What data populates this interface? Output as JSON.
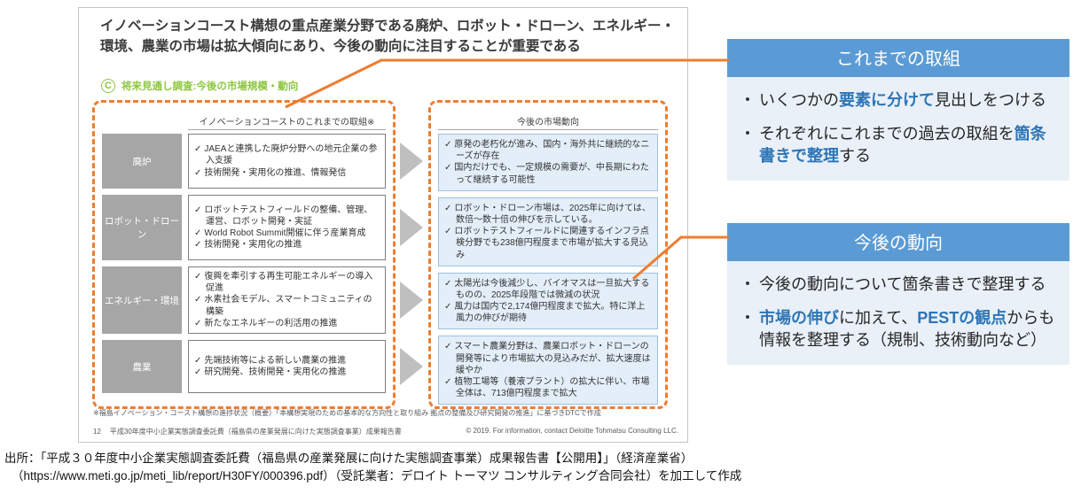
{
  "slide": {
    "title": "イノベーションコースト構想の重点産業分野である廃炉、ロボット・ドローン、エネルギー・環境、農業の市場は拡大傾向にあり、今後の動向に注目することが重要である",
    "section_marker": "C",
    "section_label": "将来見通し調査:今後の市場規模・動向",
    "left_table": {
      "header": "イノベーションコーストのこれまでの取組※",
      "rows": [
        {
          "label": "廃炉",
          "items": [
            "JAEAと連携した廃炉分野への地元企業の参入支援",
            "技術開発・実用化の推進、情報発信"
          ]
        },
        {
          "label": "ロボット・ドローン",
          "items": [
            "ロボットテストフィールドの整備、管理、運営、ロボット開発・実証",
            "World Robot Summit開催に伴う産業育成",
            "技術開発・実用化の推進"
          ]
        },
        {
          "label": "エネルギー・環境",
          "items": [
            "復興を牽引する再生可能エネルギーの導入促進",
            "水素社会モデル、スマートコミュニティの構築",
            "新たなエネルギーの利活用の推進"
          ]
        },
        {
          "label": "農業",
          "items": [
            "先端技術等による新しい農業の推進",
            "研究開発、技術開発・実用化の推進"
          ]
        }
      ]
    },
    "right_table": {
      "header": "今後の市場動向",
      "rows": [
        {
          "items": [
            "原発の老朽化が進み、国内・海外共に継続的なニーズが存在",
            "国内だけでも、一定規模の需要が、中長期にわたって継続する可能性"
          ]
        },
        {
          "items": [
            "ロボット・ドローン市場は、2025年に向けては、数倍～数十倍の伸びを示している。",
            "ロボットテストフィールドに関連するインフラ点検分野でも238億円程度まで市場が拡大する見込み"
          ]
        },
        {
          "items": [
            "太陽光は今後減少し、バイオマスは一旦拡大するものの、2025年段階では微減の状況",
            "風力は国内で2,174億円程度まで拡大。特に洋上風力の伸びが期待"
          ]
        },
        {
          "items": [
            "スマート農業分野は、農業ロボット・ドローンの開発等により市場拡大の見込みだが、拡大速度は緩やか",
            "植物工場等（養液プラント）の拡大に伴い、市場全体は、713億円程度まで拡大"
          ]
        }
      ]
    },
    "footnote": "※福島イノベーション・コースト構想の進捗状況（概要）「本構想実現のための基本的な方向性と取り組み 拠点の整備及び研究開発の推進」に基づきDTCで作成",
    "page_number": "12",
    "footer_left": "平成30年度中小企業実態調査委託費（福島県の産業発展に向けた実態調査事業）成果報告書",
    "footer_right": "© 2019. For information, contact Deloitte Tohmatsu Consulting LLC."
  },
  "callouts": [
    {
      "title": "これまでの取組",
      "bullets": [
        {
          "segments": [
            {
              "text": "いくつかの",
              "em": false
            },
            {
              "text": "要素に分けて",
              "em": true
            },
            {
              "text": "見出しをつける",
              "em": false
            }
          ]
        },
        {
          "segments": [
            {
              "text": "それぞれにこれまでの過去の取組を",
              "em": false
            },
            {
              "text": "箇条書きで整理",
              "em": true
            },
            {
              "text": "する",
              "em": false
            }
          ]
        }
      ]
    },
    {
      "title": "今後の動向",
      "bullets": [
        {
          "segments": [
            {
              "text": "今後の動向について箇条書きで整理する",
              "em": false
            }
          ]
        },
        {
          "segments": [
            {
              "text": "市場の伸び",
              "em": true
            },
            {
              "text": "に加えて、",
              "em": false
            },
            {
              "text": "PESTの観点",
              "em": true
            },
            {
              "text": "からも情報を整理する（規制、技術動向など）",
              "em": false
            }
          ]
        }
      ]
    }
  ],
  "source": {
    "line1": "出所：「平成３０年度中小企業実態調査委託費（福島県の産業発展に向けた実態調査事業）成果報告書【公開用】」（経済産業省）",
    "line2": "（https://www.meti.go.jp/meti_lib/report/H30FY/000396.pdf）（受託業者：デロイト トーマツ コンサルティング合同会社）を加工して作成"
  },
  "colors": {
    "accent_orange": "#ed7d31",
    "header_blue": "#5b9bd5",
    "emphasis_blue": "#2e75b6",
    "section_green": "#8dc63f",
    "label_gray": "#a6a6a6",
    "arrow_gray": "#bfbfbf",
    "cell_blue_bg": "#e3eef9",
    "cell_blue_border": "#9cc2e5",
    "callout_body_bg": "#e9f0f8"
  }
}
